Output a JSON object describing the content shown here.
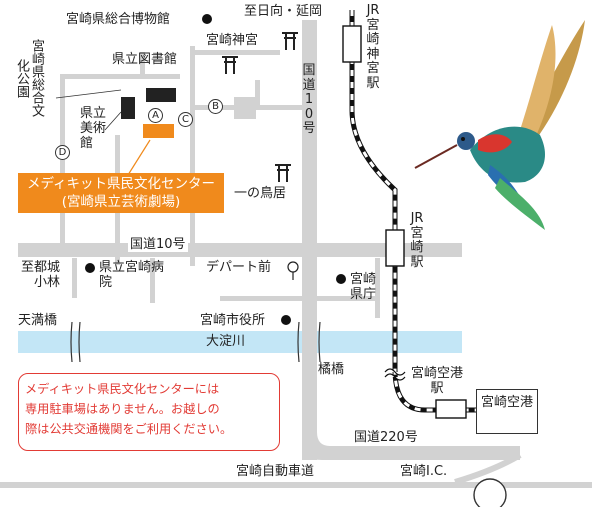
{
  "map": {
    "labels": {
      "museum": "宮崎県総合博物館",
      "to_hyuga_nobeoka": "至日向・延岡",
      "jr_miyazaki_jingu_station": "JR宮崎神宮駅",
      "library": "県立図書館",
      "miyazaki_jingu_shrine": "宮崎神宮",
      "cultural_park": "宮崎県総合文化公園",
      "route10_vertical": "国道10号",
      "art_museum": "県立美術館",
      "ichinotorii": "一の鳥居",
      "jr_miyazaki_station": "JR宮崎駅",
      "route10_horizontal": "国道10号",
      "to_tsuno_kobayashi": "至都城小林",
      "prefectural_hospital": "県立宮崎病院",
      "department_store": "デパート前",
      "prefectural_office": "宮崎県庁",
      "tenmanbashi": "天満橋",
      "city_hall": "宮崎市役所",
      "oyodo_river": "大淀川",
      "tachibanabashi": "橘橋",
      "airport_station": "宮崎空港駅",
      "airport": "宮崎空港",
      "route220": "国道220号",
      "expressway": "宮崎自動車道",
      "miyazaki_ic": "宮崎I.C."
    },
    "markers": {
      "a": "A",
      "b": "B",
      "c": "C",
      "d": "D"
    },
    "venue": {
      "name": "メディキット県民文化センター",
      "subname": "(宮崎県立芸術劇場)"
    },
    "notice": "メディキット県民文化センターには\n専用駐車場はありません。お越しの\n際は公共交通機関をご利用ください。",
    "colors": {
      "road": "#d2d2d2",
      "river": "#c3e6f6",
      "venue": "#f08a1c",
      "notice": "#e23b35",
      "building": "#222222"
    }
  }
}
